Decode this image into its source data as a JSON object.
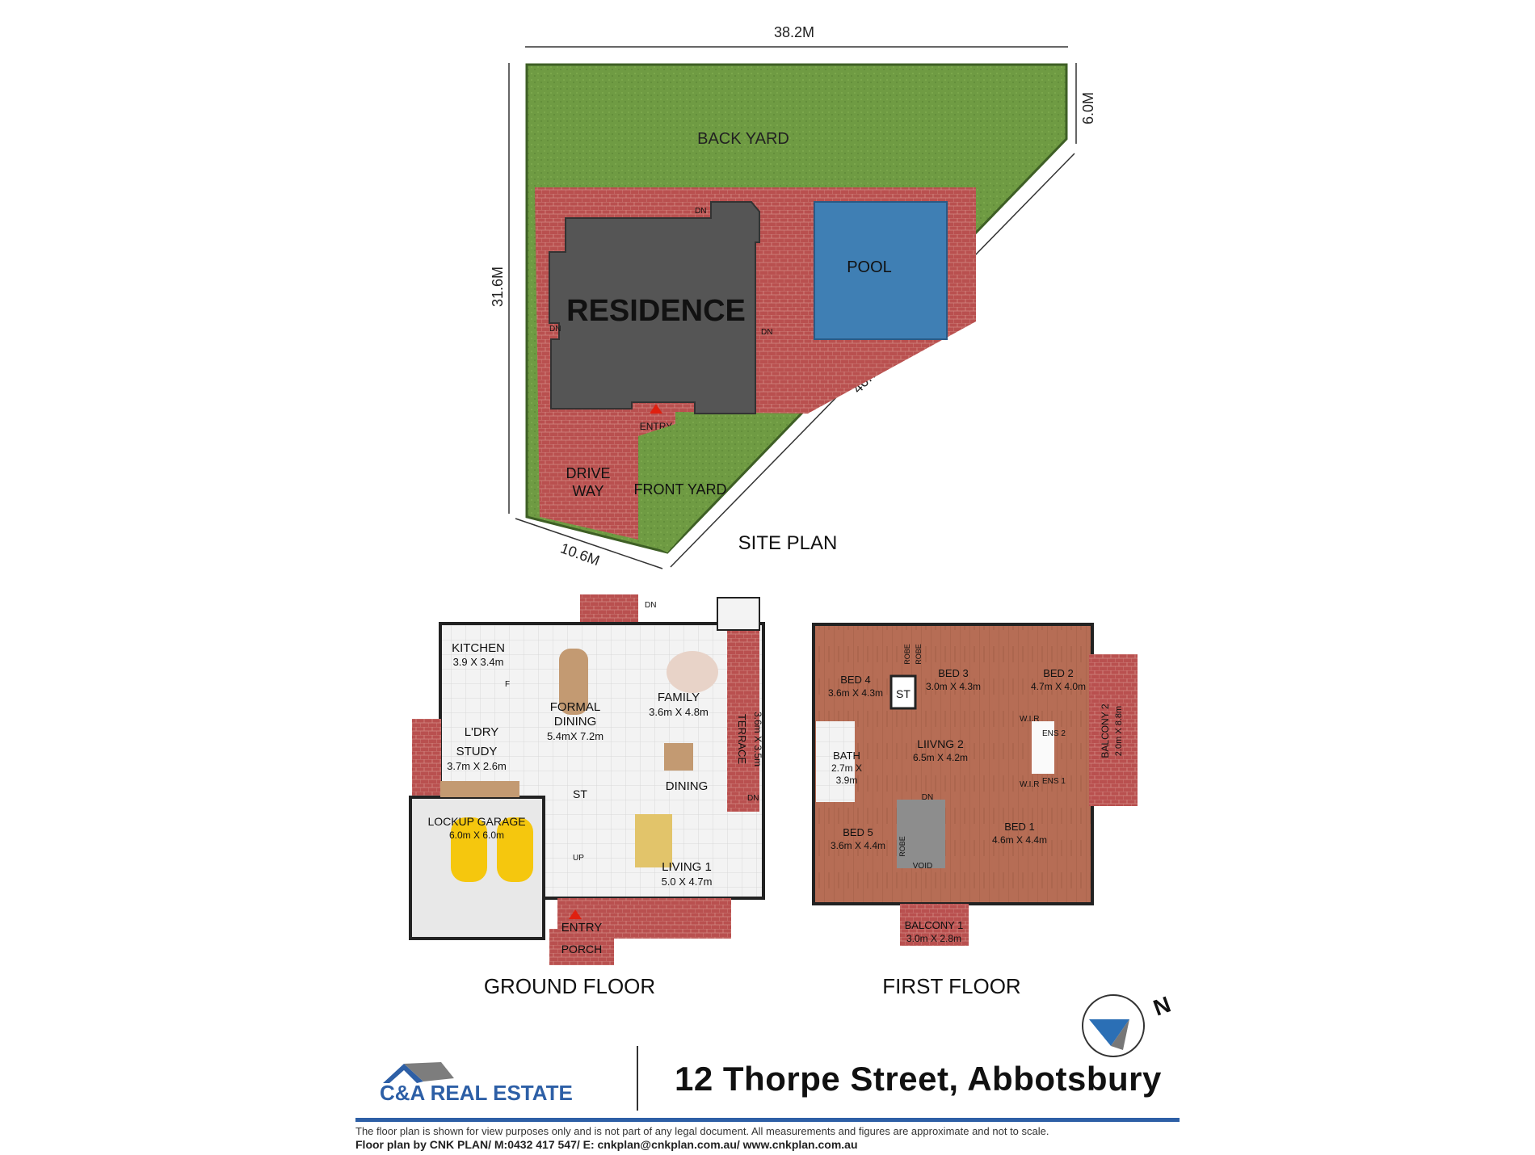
{
  "site_plan": {
    "title": "SITE PLAN",
    "dim_top": "38.2M",
    "dim_left": "31.6M",
    "dim_right": "6.0M",
    "dim_diagonal": "40.7M",
    "dim_bottom": "10.6M",
    "back_yard": "BACK YARD",
    "pool": "POOL",
    "residence": "RESIDENCE",
    "entry": "ENTRY",
    "drive_way_1": "DRIVE",
    "drive_way_2": "WAY",
    "front_yard": "FRONT YARD",
    "dn": "DN"
  },
  "ground_floor": {
    "title": "GROUND FLOOR",
    "rooms": {
      "kitchen": {
        "name": "KITCHEN",
        "size": "3.9 X 3.4m"
      },
      "formal_dining": {
        "name_1": "FORMAL",
        "name_2": "DINING",
        "size": "5.4mX 7.2m"
      },
      "family": {
        "name": "FAMILY",
        "size": "3.6m X 4.8m"
      },
      "terrace": {
        "name": "TERRACE",
        "size": "3.6m X 3.5m"
      },
      "laundry": {
        "name": "L'DRY"
      },
      "study": {
        "name": "STUDY",
        "size": "3.7m X 2.6m"
      },
      "dining": {
        "name": "DINING"
      },
      "garage": {
        "name": "LOCKUP GARAGE",
        "size": "6.0m X 6.0m"
      },
      "living1": {
        "name": "LIVING 1",
        "size": "5.0 X 4.7m"
      },
      "entry": {
        "name": "ENTRY"
      },
      "porch": {
        "name": "PORCH"
      }
    },
    "st": "ST",
    "up": "UP",
    "dn": "DN",
    "f": "F"
  },
  "first_floor": {
    "title": "FIRST FLOOR",
    "rooms": {
      "bed4": {
        "name": "BED 4",
        "size": "3.6m X 4.3m"
      },
      "bed3": {
        "name": "BED 3",
        "size": "3.0m X 4.3m"
      },
      "bed2": {
        "name": "BED 2",
        "size": "4.7m X 4.0m"
      },
      "bath": {
        "name": "BATH",
        "size_1": "2.7m X",
        "size_2": "3.9m"
      },
      "living2": {
        "name": "LIIVNG 2",
        "size": "6.5m X 4.2m"
      },
      "balcony2": {
        "name": "BALCONY 2",
        "size": "2.0m X 8.8m"
      },
      "bed5": {
        "name": "BED 5",
        "size": "3.6m X 4.4m"
      },
      "bed1": {
        "name": "BED 1",
        "size": "4.6m X 4.4m"
      },
      "balcony1": {
        "name": "BALCONY 1",
        "size": "3.0m X 2.8m"
      },
      "ens1": "ENS 1",
      "ens2": "ENS 2",
      "wir": "W.I.R",
      "robe": "ROBE",
      "void": "VOID",
      "st": "ST",
      "dn": "DN"
    }
  },
  "compass": {
    "label": "N"
  },
  "footer": {
    "logo_text": "C&A REAL ESTATE",
    "address": "12 Thorpe Street, Abbotsbury",
    "disclaimer": "The floor plan is shown for view purposes only and is not part of any legal document. All measurements and figures are approximate and not to scale.",
    "credits": "Floor plan by CNK PLAN/ M:0432 417 547/ E: cnkplan@cnkplan.com.au/ www.cnkplan.com.au"
  },
  "colors": {
    "grass": "#6e9a42",
    "paving": "#b5494b",
    "roof": "#555555",
    "pool": "#3f7fb4",
    "floor_wood": "#b8705b",
    "floor_tile": "#f0f0f0",
    "brand_blue": "#2d5fa6"
  }
}
